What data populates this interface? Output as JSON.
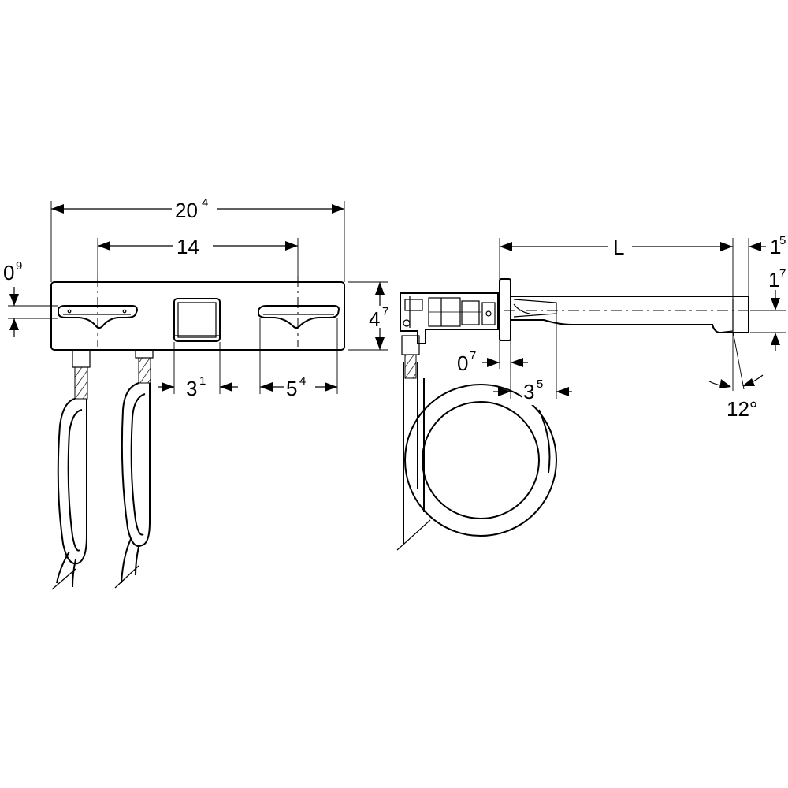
{
  "dimensions": {
    "total_width": {
      "base": "20",
      "sup": "4"
    },
    "handle_spacing": {
      "base": "14",
      "sup": ""
    },
    "height_front": {
      "base": "0",
      "sup": "9"
    },
    "plate_height": {
      "base": "4",
      "sup": "7"
    },
    "button_width": {
      "base": "3",
      "sup": "1"
    },
    "handle_width": {
      "base": "5",
      "sup": "4"
    },
    "spout_length": {
      "base": "L",
      "sup": ""
    },
    "spout_tip": {
      "base": "1",
      "sup": "5"
    },
    "spout_height": {
      "base": "1",
      "sup": "7"
    },
    "rosette_depth": {
      "base": "0",
      "sup": "7"
    },
    "body_depth": {
      "base": "3",
      "sup": "5"
    },
    "angle": {
      "text": "12°"
    }
  },
  "colors": {
    "line": "#000000",
    "background": "#ffffff"
  }
}
